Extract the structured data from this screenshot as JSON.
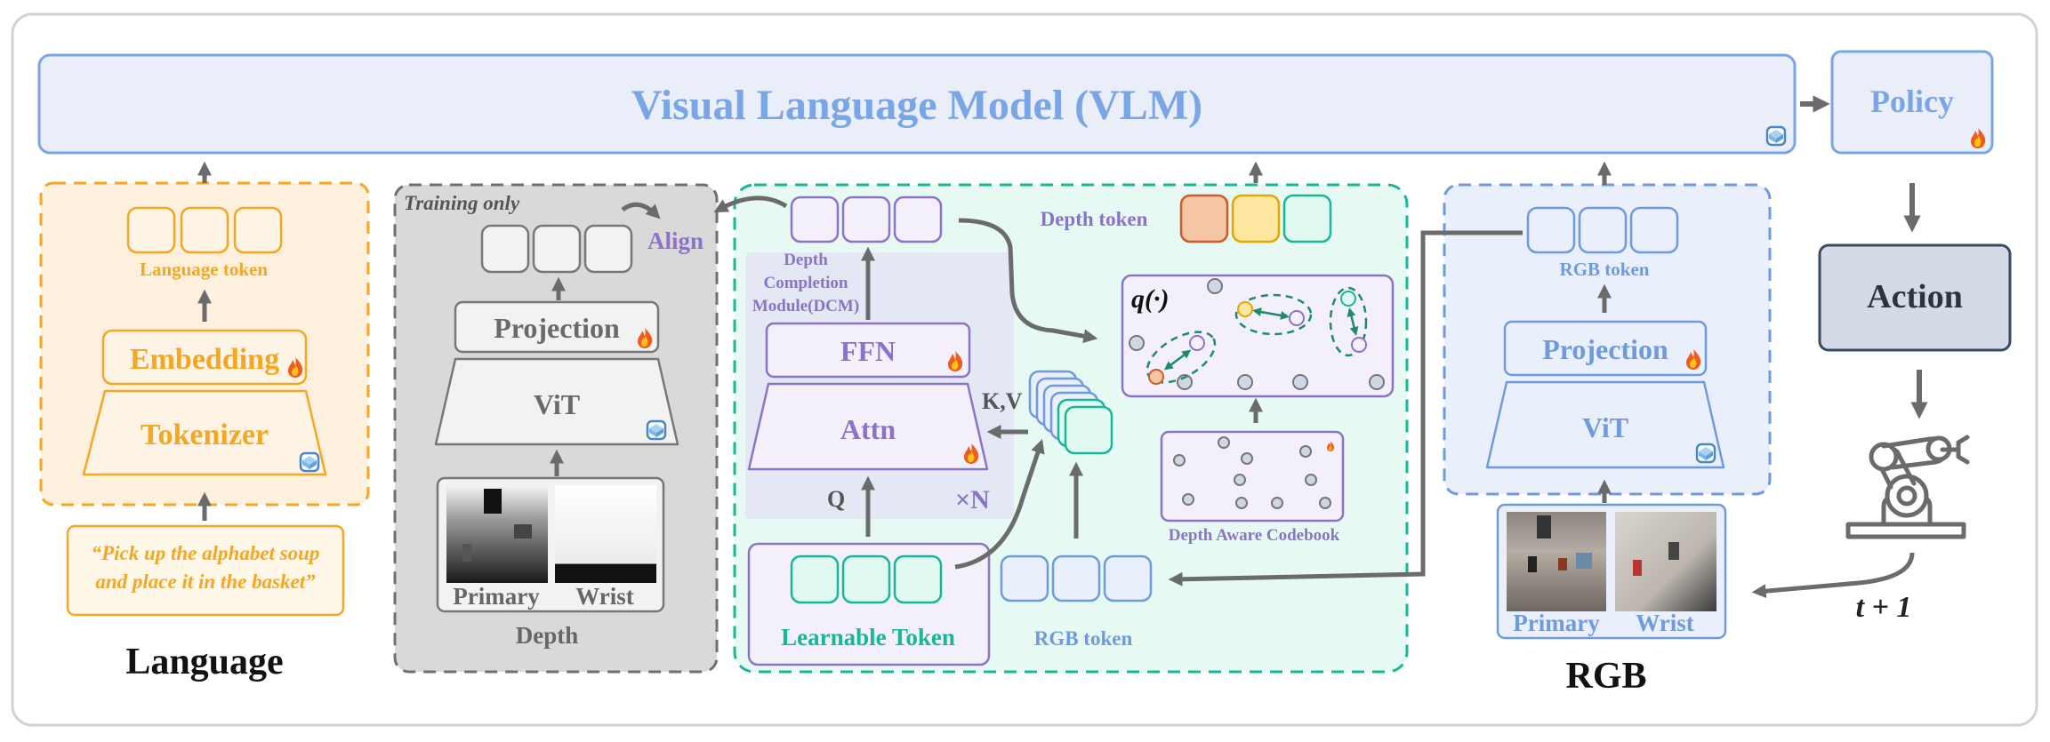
{
  "vlm": {
    "title": "Visual Language Model (VLM)"
  },
  "policy": {
    "label": "Policy"
  },
  "action": {
    "label": "Action"
  },
  "timestep": {
    "label": "t + 1"
  },
  "language_branch": {
    "token_label": "Language token",
    "embedding_label": "Embedding",
    "tokenizer_label": "Tokenizer",
    "instruction_line1": "“Pick up the alphabet soup",
    "instruction_line2": "and place it in the basket”",
    "caption": "Language"
  },
  "depth_branch": {
    "training_only_label": "Training only",
    "align_label": "Align",
    "projection_label": "Projection",
    "vit_label": "ViT",
    "primary_label": "Primary",
    "wrist_label": "Wrist",
    "caption": "Depth"
  },
  "dcm": {
    "depth_token_label": "Depth token",
    "module_line1": "Depth",
    "module_line2": "Completion",
    "module_line3": "Module(DCM)",
    "ffn_label": "FFN",
    "attn_label": "Attn",
    "kv_label": "K,V",
    "q_label": "Q",
    "repeat_label": "×N",
    "learnable_token_label": "Learnable Token",
    "rgb_token_label": "RGB token",
    "quantizer_label": "q(·)",
    "codebook_label": "Depth Aware Codebook"
  },
  "rgb_branch": {
    "token_label": "RGB token",
    "projection_label": "Projection",
    "vit_label": "ViT",
    "primary_label": "Primary",
    "wrist_label": "Wrist",
    "caption": "RGB"
  },
  "icons": {
    "trainable": "fire-icon",
    "frozen": "ice-cube-icon",
    "robot": "robot-arm-icon"
  },
  "colors": {
    "vlm_blue": "#7aa5e6",
    "language_orange": "#f5a623",
    "depth_purple": "#8c73c9",
    "learnable_teal": "#18b896",
    "rgb_blue": "#6f9ae0",
    "arrow_gray": "#6b6b6b"
  }
}
